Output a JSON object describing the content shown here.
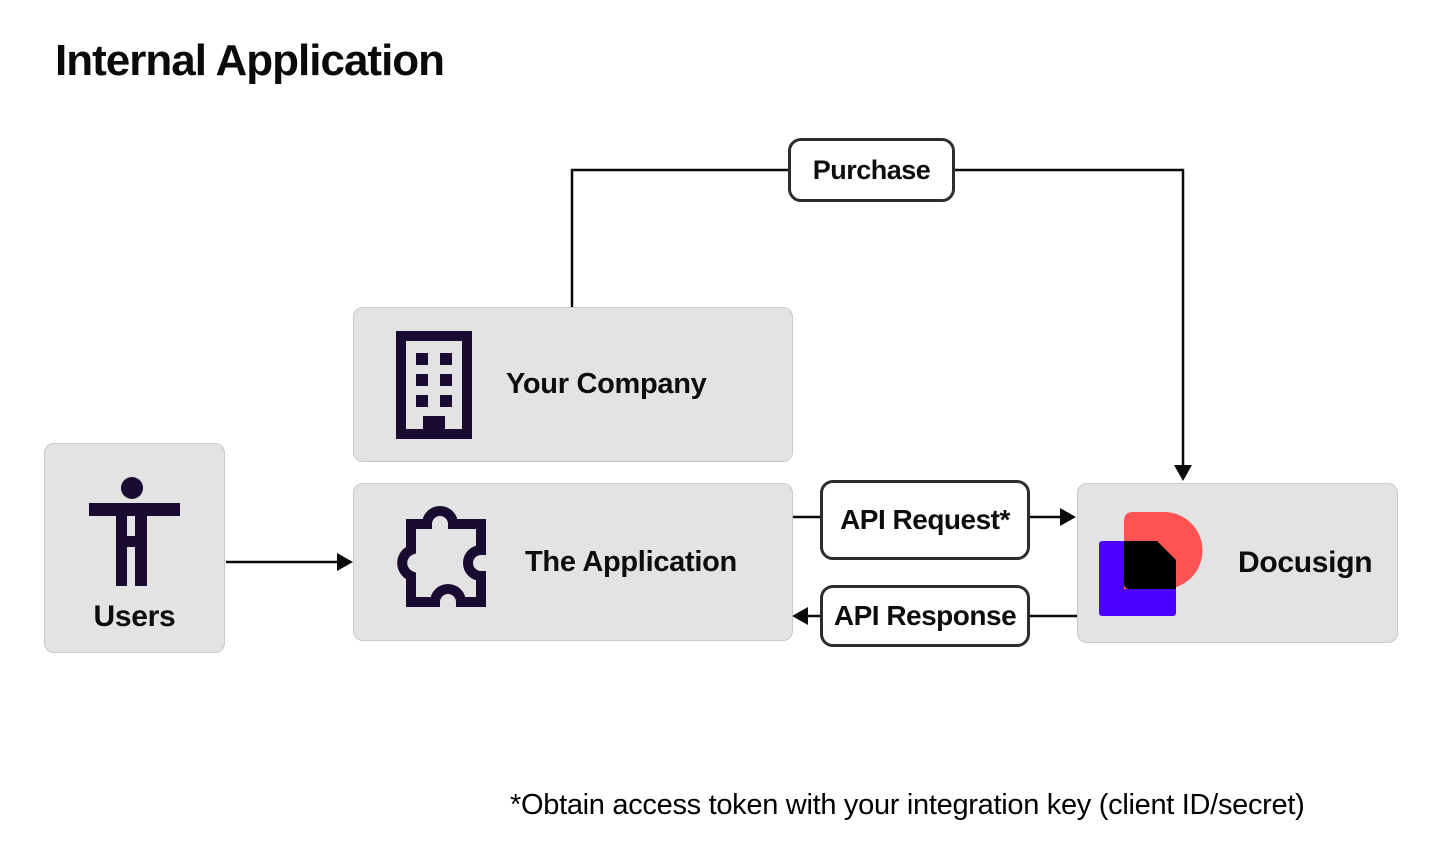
{
  "page": {
    "title": "Internal Application",
    "footnote": "*Obtain access token with your integration key (client ID/secret)"
  },
  "nodes": {
    "users": {
      "label": "Users",
      "icon": "person-icon"
    },
    "your_company": {
      "label": "Your Company",
      "icon": "building-icon"
    },
    "the_application": {
      "label": "The Application",
      "icon": "puzzle-icon"
    },
    "docusign": {
      "label": "Docusign",
      "icon": "docusign-logo"
    }
  },
  "connectors": {
    "purchase": {
      "label": "Purchase",
      "from": "Your Company",
      "to": "Docusign"
    },
    "users_to_application": {
      "label": "",
      "from": "Users",
      "to": "The Application"
    },
    "api_request": {
      "label": "API Request*",
      "from": "The Application",
      "to": "Docusign"
    },
    "api_response": {
      "label": "API Response",
      "from": "Docusign",
      "to": "The Application"
    }
  },
  "colors": {
    "node_fill": "#e4e3e4",
    "node_border": "#c9c9c9",
    "icon_ink": "#1a0b33",
    "line": "#0a0a0a",
    "pill_border": "#2d2d2d",
    "docusign_red": "#ff5252",
    "docusign_blue": "#4c00ff",
    "docusign_black": "#000000"
  }
}
